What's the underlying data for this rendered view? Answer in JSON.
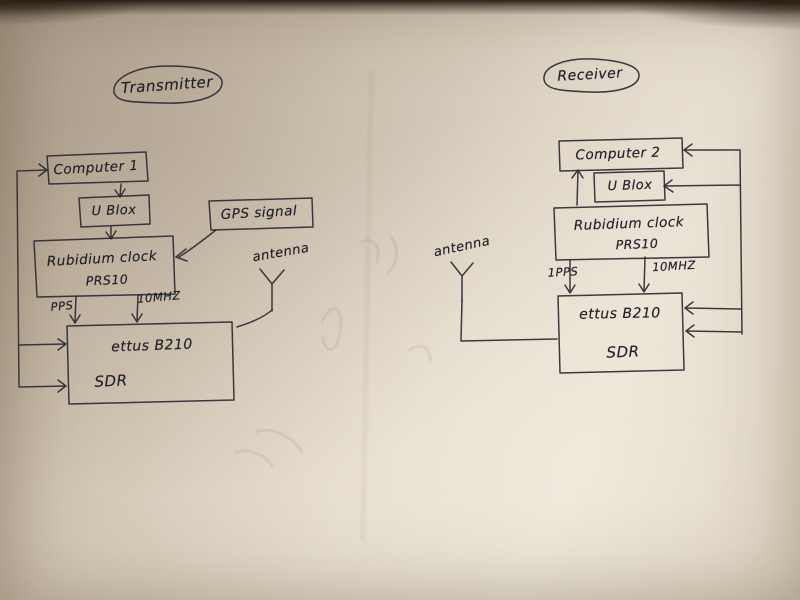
{
  "page": {
    "description": "Photographed hand-drawn block diagram of a GPS-disciplined SDR link"
  },
  "transmitter": {
    "title": "Transmitter",
    "boxes": {
      "computer": "Computer 1",
      "ublox": "U Blox",
      "rubidium_line1": "Rubidium clock",
      "rubidium_line2": "PRS10",
      "gps": "GPS signal",
      "sdr_line1": "ettus B210",
      "sdr_line2": "SDR"
    },
    "labels": {
      "antenna": "antenna",
      "pps": "PPS",
      "tenmhz": "10MHZ"
    }
  },
  "receiver": {
    "title": "Receiver",
    "boxes": {
      "computer": "Computer 2",
      "ublox": "U Blox",
      "rubidium_line1": "Rubidium clock",
      "rubidium_line2": "PRS10",
      "sdr_line1": "ettus B210",
      "sdr_line2": "SDR"
    },
    "labels": {
      "antenna": "antenna",
      "pps": "1PPS",
      "tenmhz": "10MHZ"
    }
  }
}
